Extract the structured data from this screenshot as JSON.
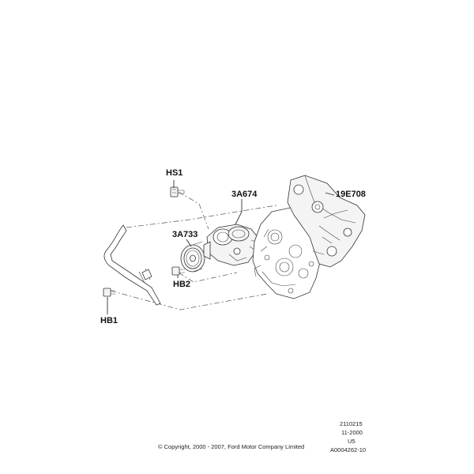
{
  "callouts": {
    "hs1": "HS1",
    "a674": "3A674",
    "a733": "3A733",
    "e708": "19E708",
    "hb2": "HB2",
    "hb1": "HB1"
  },
  "meta": {
    "code": "2110215",
    "date": "11-2000",
    "variant": "U5",
    "ref": "A0004262-10"
  },
  "copyright": "© Copyright, 2000 - 2007, Ford Motor Company Limited"
}
